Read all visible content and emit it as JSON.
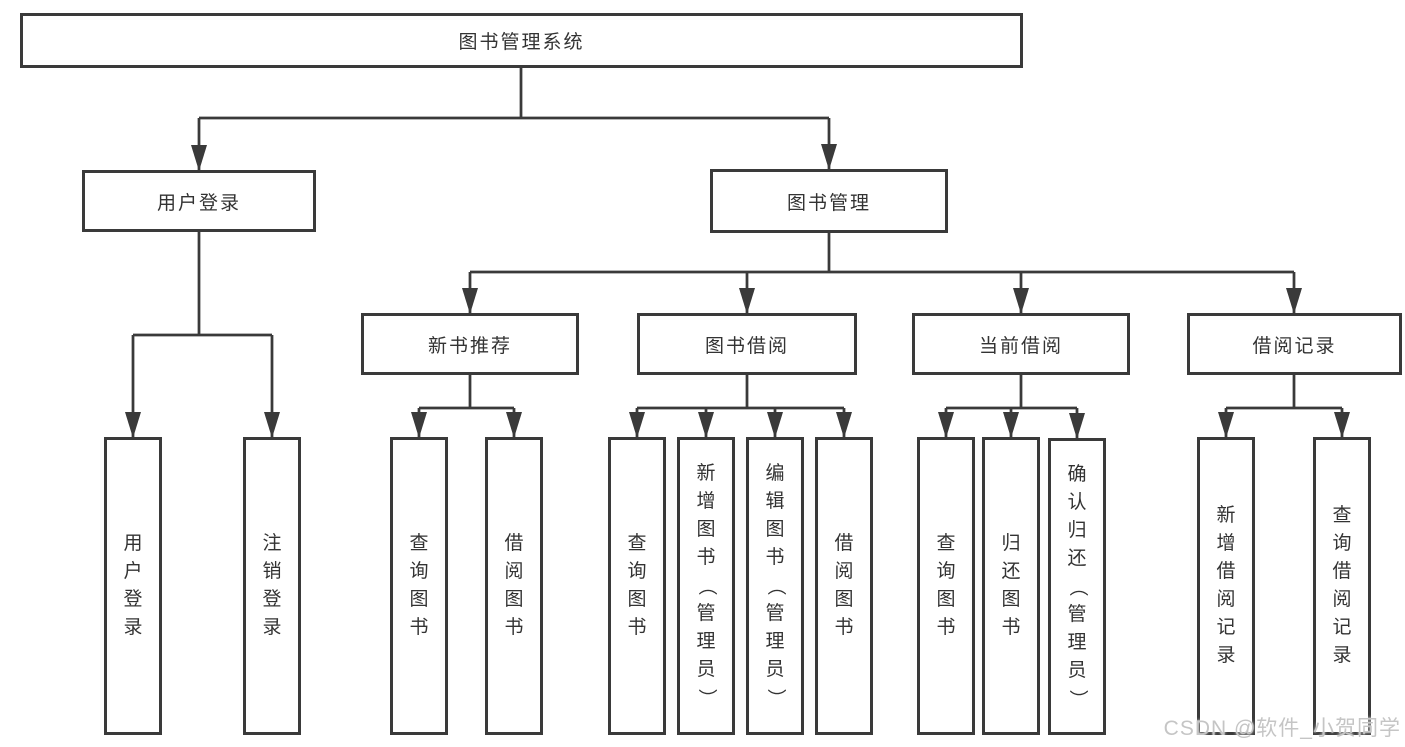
{
  "colors": {
    "background": "#ffffff",
    "line": "#3a3a3a",
    "border": "#3a3a3a",
    "text": "#333333",
    "watermark": "#c5c5c5"
  },
  "diagram": {
    "root": {
      "label": "图书管理系统"
    },
    "branches": {
      "user_login": {
        "label": "用户登录"
      },
      "book_mgmt": {
        "label": "图书管理"
      }
    },
    "sections": {
      "new_books": {
        "label": "新书推荐"
      },
      "book_borrow": {
        "label": "图书借阅"
      },
      "current_borrow": {
        "label": "当前借阅"
      },
      "borrow_records": {
        "label": "借阅记录"
      }
    },
    "leaves": {
      "user_login": {
        "label": "用户登录"
      },
      "logout": {
        "label": "注销登录"
      },
      "nb_query": {
        "label": "查询图书"
      },
      "nb_borrow": {
        "label": "借阅图书"
      },
      "bb_query": {
        "label": "查询图书"
      },
      "bb_add": {
        "label": "新增图书（管理员）"
      },
      "bb_edit": {
        "label": "编辑图书（管理员）"
      },
      "bb_borrow": {
        "label": "借阅图书"
      },
      "cb_query": {
        "label": "查询图书"
      },
      "cb_return": {
        "label": "归还图书"
      },
      "cb_confirm": {
        "label": "确认归还（管理员）"
      },
      "br_add": {
        "label": "新增借阅记录"
      },
      "br_query": {
        "label": "查询借阅记录"
      }
    }
  },
  "watermark": {
    "text": "CSDN @软件_小贺同学"
  }
}
